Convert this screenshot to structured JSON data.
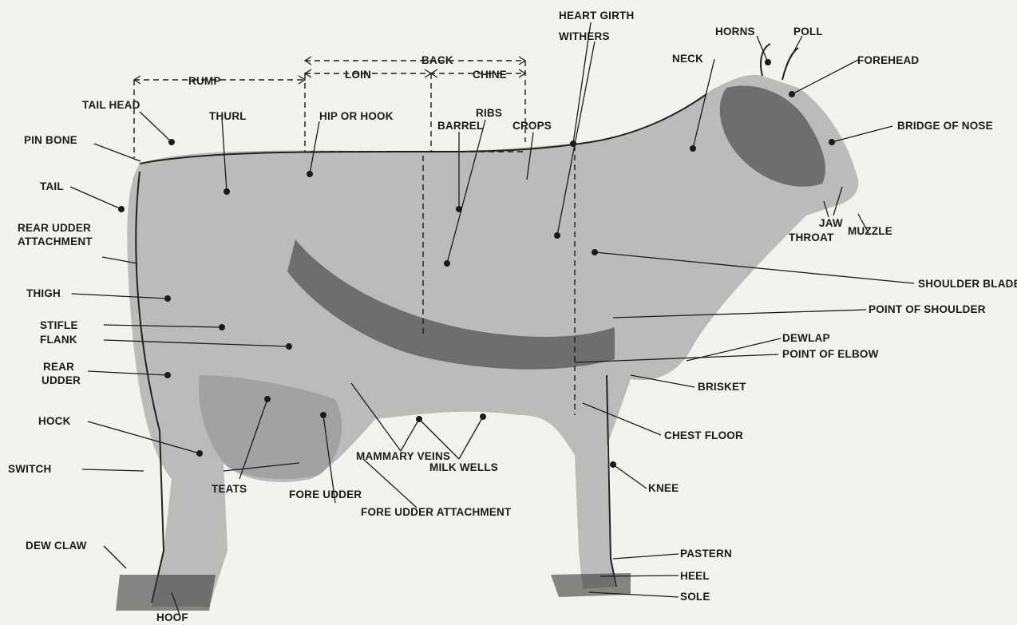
{
  "labels": {
    "heart_girth": "HEART GIRTH",
    "withers": "WITHERS",
    "horns": "HORNS",
    "poll": "POLL",
    "forehead": "FOREHEAD",
    "back": "BACK",
    "rump": "RUMP",
    "loin": "LOIN",
    "chine": "CHINE",
    "neck": "NECK",
    "tail_head": "TAIL HEAD",
    "thurl": "THURL",
    "hip_or_hook": "HIP OR HOOK",
    "ribs": "RIBS",
    "barrel": "BARREL",
    "crops": "CROPS",
    "bridge_of_nose": "BRIDGE OF NOSE",
    "pin_bone": "PIN BONE",
    "tail": "TAIL",
    "jaw": "JAW",
    "muzzle": "MUZZLE",
    "throat": "THROAT",
    "rear_udder_attachment_1": "REAR UDDER",
    "rear_udder_attachment_2": "ATTACHMENT",
    "shoulder_blade": "SHOULDER BLADE",
    "thigh": "THIGH",
    "point_of_shoulder": "POINT OF SHOULDER",
    "stifle": "STIFLE",
    "flank": "FLANK",
    "dewlap": "DEWLAP",
    "point_of_elbow": "POINT OF ELBOW",
    "rear_udder_1": "REAR",
    "rear_udder_2": "UDDER",
    "brisket": "BRISKET",
    "hock": "HOCK",
    "chest_floor": "CHEST FLOOR",
    "mammary_veins": "MAMMARY VEINS",
    "milk_wells": "MILK WELLS",
    "knee": "KNEE",
    "switch": "SWITCH",
    "teats": "TEATS",
    "fore_udder": "FORE UDDER",
    "fore_udder_attachment": "FORE UDDER ATTACHMENT",
    "pastern": "PASTERN",
    "heel": "HEEL",
    "dew_claw": "DEW CLAW",
    "sole": "SOLE",
    "hoof": "HOOF"
  }
}
